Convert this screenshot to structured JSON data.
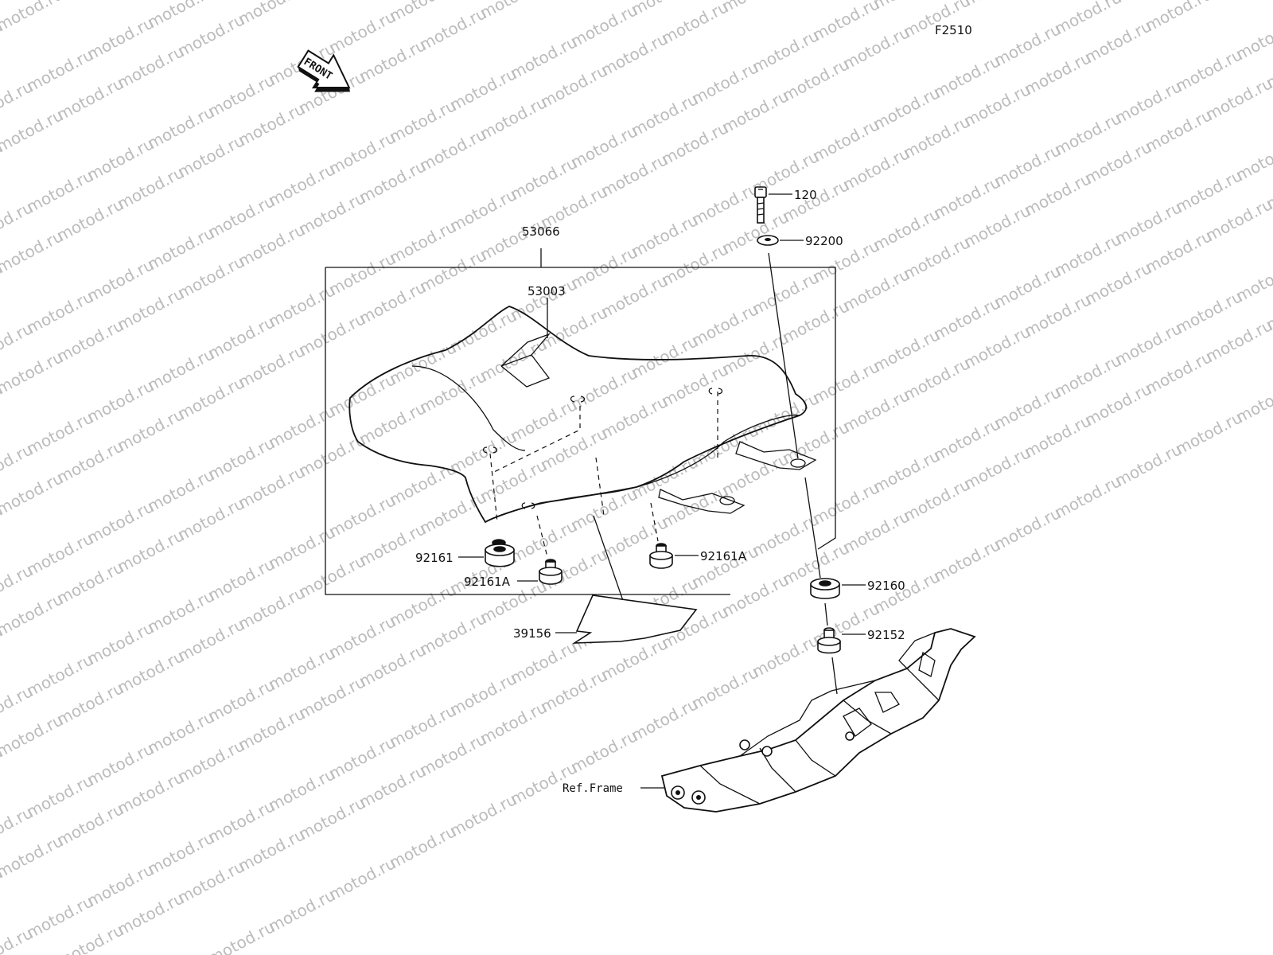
{
  "diagram_code": "F2510",
  "watermark": "motod.ru",
  "front_arrow": {
    "label": "FRONT",
    "icon": "front-direction-arrow-icon"
  },
  "parts": {
    "p53066": "53066",
    "p53003": "53003",
    "p120": "120",
    "p92200": "92200",
    "p92161": "92161",
    "p92161A_left": "92161A",
    "p92161A_right": "92161A",
    "p92160": "92160",
    "p92152": "92152",
    "p39156": "39156",
    "ref_frame": "Ref.Frame"
  }
}
